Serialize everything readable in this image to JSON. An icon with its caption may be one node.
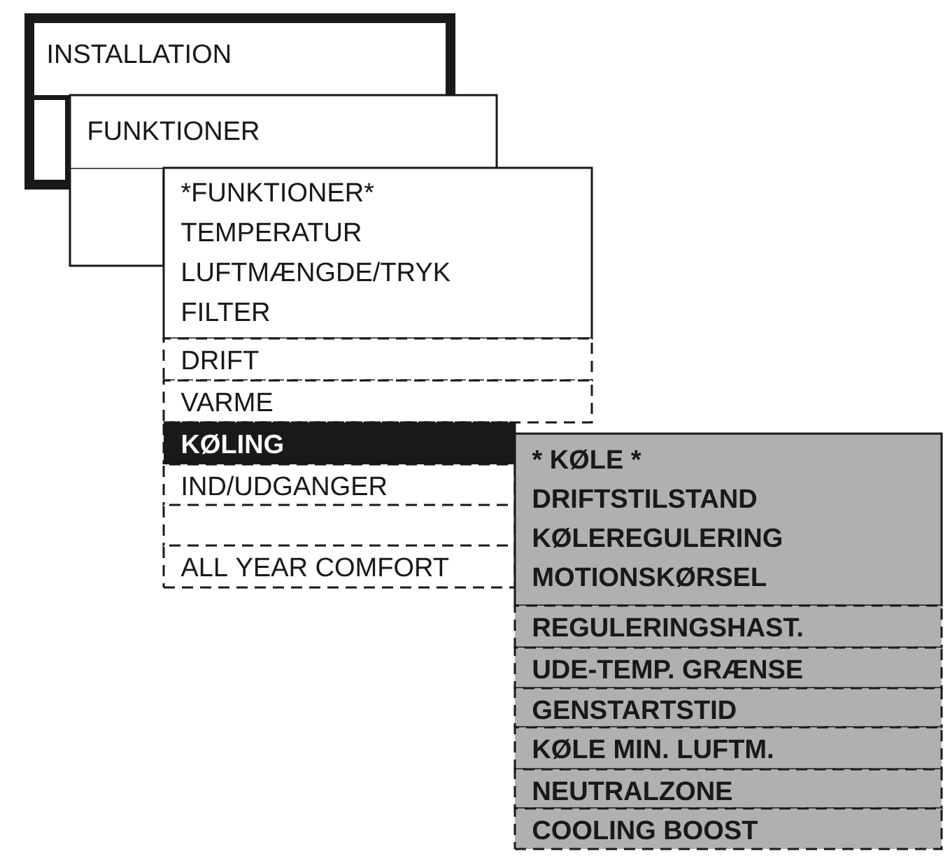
{
  "diagram": {
    "nodes": [
      {
        "text": [
          "INSTALLATION"
        ]
      },
      {
        "text": [
          "FUNKTIONER"
        ]
      },
      {
        "text": [
          "*FUNKTIONER*",
          "TEMPERATUR",
          "LUFTMÆNGDE/TRYK",
          "FILTER"
        ]
      },
      {
        "text": [
          "DRIFT"
        ]
      },
      {
        "text": [
          "VARME"
        ]
      },
      {
        "text": [
          "KØLING"
        ]
      },
      {
        "text": [
          "IND/UDGANGER"
        ]
      },
      {
        "text": [],
        "shape": "box"
      },
      {
        "text": [
          "ALL YEAR COMFORT"
        ]
      },
      {
        "text": [
          "* KØLE *",
          "DRIFTSTILSTAND",
          "KØLEREGULERING",
          "MOTIONSKØRSEL"
        ]
      },
      {
        "text": [
          "REGULERINGSHAST."
        ]
      },
      {
        "text": [
          "UDE-TEMP. GRÆNSE"
        ]
      },
      {
        "text": [
          "GENSTARTSTID"
        ]
      },
      {
        "text": [
          "KØLE MIN. LUFTM."
        ]
      },
      {
        "text": [
          "NEUTRALZONE"
        ]
      },
      {
        "text": [
          "COOLING BOOST"
        ]
      }
    ]
  }
}
